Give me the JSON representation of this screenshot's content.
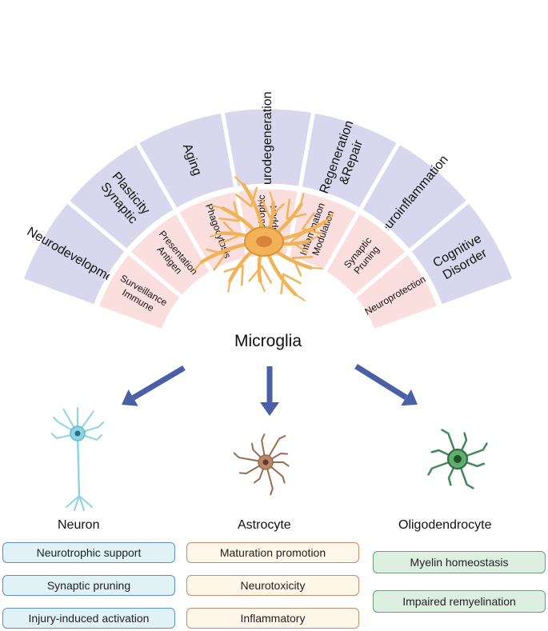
{
  "colors": {
    "outer_ring": "#d9d7ee",
    "inner_ring": "#fbdfdf",
    "arrow": "#4b5ea8",
    "microglia": "#f2b257",
    "microglia_stroke": "#d9933a",
    "neuron": "#8fd4e3",
    "astrocyte": "#9a6a4f",
    "oligodendrocyte": "#3f8a55"
  },
  "outer_ring": [
    {
      "lines": [
        "Neurodevelopment"
      ]
    },
    {
      "lines": [
        "Synaptic",
        "Plasticity"
      ]
    },
    {
      "lines": [
        "Aging"
      ]
    },
    {
      "lines": [
        "Neurodegeneration"
      ]
    },
    {
      "lines": [
        "Regeneration",
        "&Repair"
      ]
    },
    {
      "lines": [
        "Neuroinflammation"
      ]
    },
    {
      "lines": [
        "Cognitive",
        "Disorder"
      ]
    }
  ],
  "inner_ring": [
    {
      "lines": [
        "Immune",
        "Surveillance"
      ]
    },
    {
      "lines": [
        "Antigen",
        "Presentation"
      ]
    },
    {
      "lines": [
        "Phagocytosis"
      ]
    },
    {
      "lines": [
        "Neurotrophic",
        "Support"
      ]
    },
    {
      "lines": [
        "Inflammation",
        "Modulation"
      ]
    },
    {
      "lines": [
        "Synaptic",
        "Pruning"
      ]
    },
    {
      "lines": [
        "Neuroprotection"
      ]
    }
  ],
  "center_label": "Microglia",
  "cells": {
    "neuron": {
      "label": "Neuron",
      "functions": [
        "Neurotrophic support",
        "Synaptic pruning",
        "Injury-induced activation"
      ]
    },
    "astrocyte": {
      "label": "Astrocyte",
      "functions": [
        "Maturation promotion",
        "Neurotoxicity",
        "Inflammatory"
      ]
    },
    "oligodendrocyte": {
      "label": "Oligodendrocyte",
      "functions": [
        "Myelin homeostasis",
        "Impaired remyelination"
      ]
    }
  }
}
